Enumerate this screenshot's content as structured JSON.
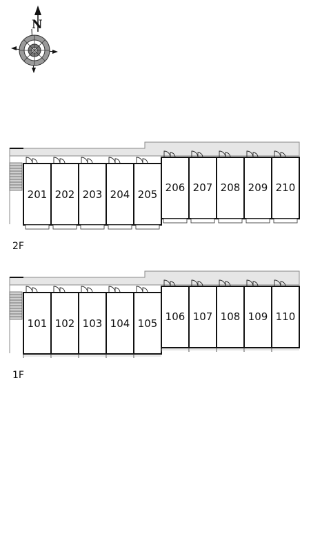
{
  "compass": {
    "north_label": "N",
    "icon": "compass-rose-icon"
  },
  "floors": [
    {
      "id": "2F",
      "label": "2F",
      "rooms": [
        "201",
        "202",
        "203",
        "204",
        "205",
        "206",
        "207",
        "208",
        "209",
        "210"
      ]
    },
    {
      "id": "1F",
      "label": "1F",
      "rooms": [
        "101",
        "102",
        "103",
        "104",
        "105",
        "106",
        "107",
        "108",
        "109",
        "110"
      ]
    }
  ],
  "colors": {
    "corridor": "#e6e6e6",
    "wall": "#111111",
    "background": "#ffffff"
  }
}
